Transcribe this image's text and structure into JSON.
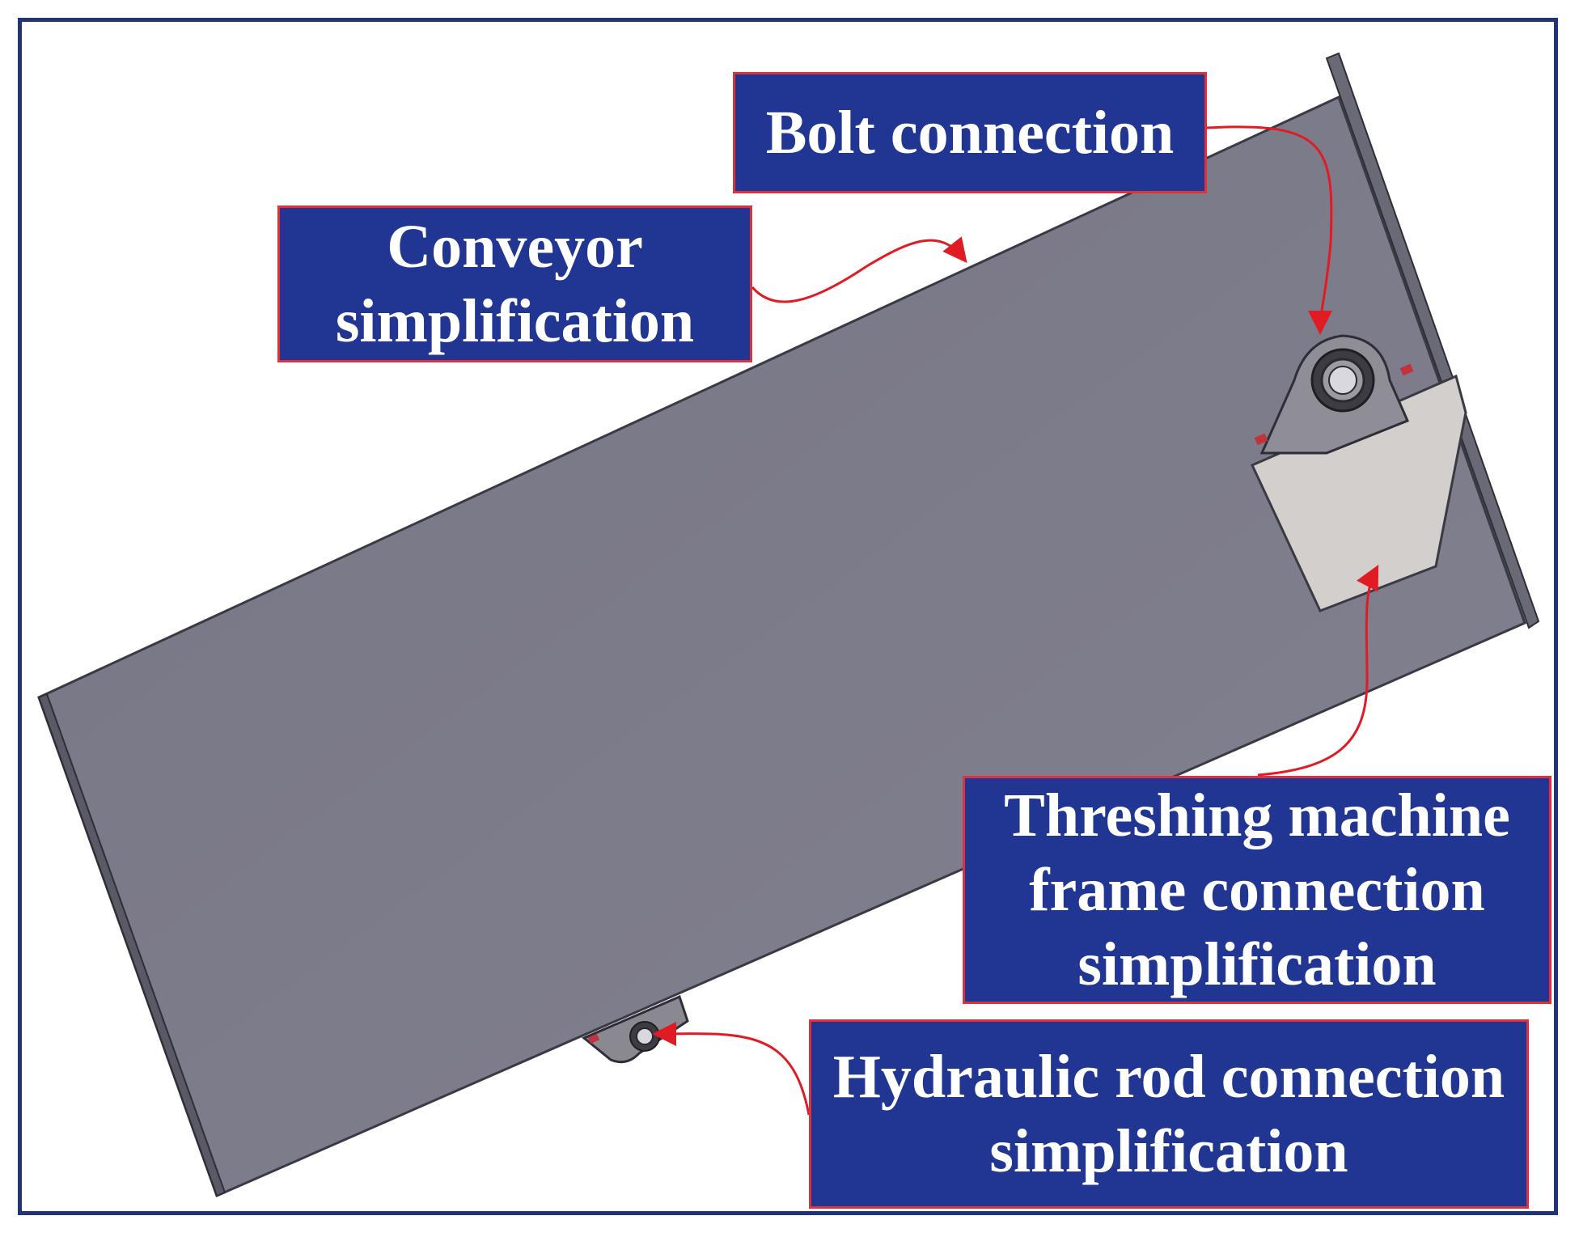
{
  "labels": {
    "bolt_connection": {
      "lines": [
        "Bolt connection"
      ]
    },
    "conveyor_simplification": {
      "lines": [
        "Conveyor",
        "simplification"
      ]
    },
    "threshing_frame_connection": {
      "lines": [
        "Threshing machine",
        "frame connection",
        "simplification"
      ]
    },
    "hydraulic_rod_connection": {
      "lines": [
        "Hydraulic rod connection",
        "simplification"
      ]
    }
  },
  "colors": {
    "label_fill": "#213592",
    "label_border": "#e0303c",
    "arrow": "#e01b24",
    "frame_border": "#1f3578",
    "plate": "#7d7c89",
    "bracket_plate": "#d2cfcc"
  }
}
